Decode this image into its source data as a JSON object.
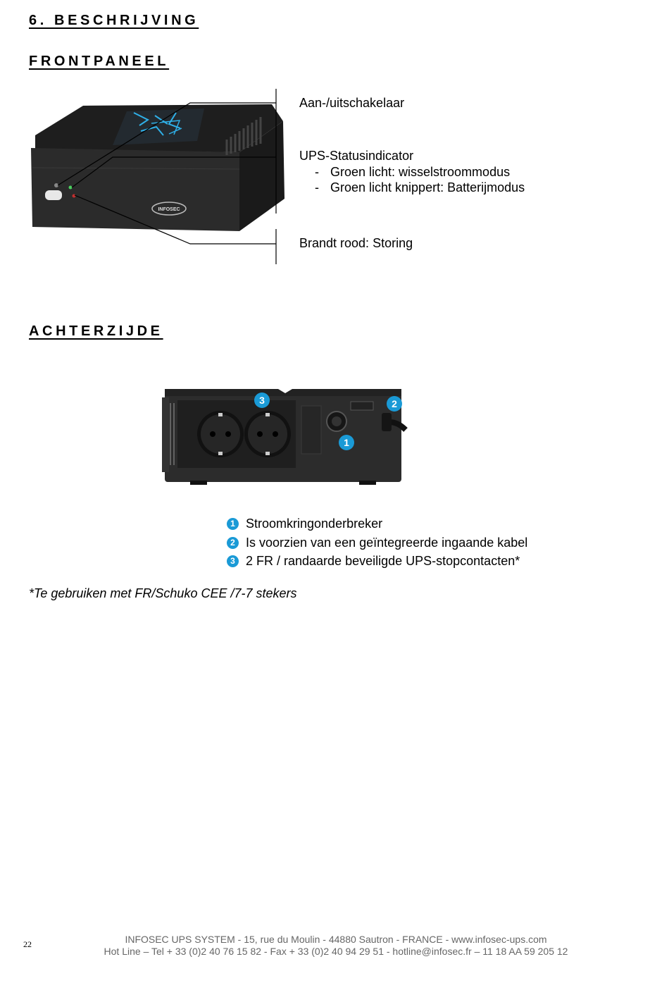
{
  "section_title": "6. BESCHRIJVING",
  "front": {
    "heading": "FRONTPANEEL",
    "labels": {
      "switch": "Aan-/uitschakelaar",
      "status": "UPS-Statusindicator",
      "status_items": [
        "Groen licht: wisselstroommodus",
        "Groen licht knippert: Batterijmodus"
      ],
      "fault": "Brandt rood: Storing"
    },
    "brand_logo": "INFOSEC"
  },
  "rear": {
    "heading": "ACHTERZIJDE",
    "legend": [
      {
        "num": "1",
        "text": "Stroomkringonderbreker"
      },
      {
        "num": "2",
        "text": "Is voorzien van een geïntegreerde ingaande kabel"
      },
      {
        "num": "3",
        "text": "2 FR / randaarde beveiligde UPS-stopcontacten*"
      }
    ]
  },
  "note": "*Te gebruiken met FR/Schuko CEE /7-7 stekers",
  "footer": {
    "page_number": "22",
    "line1": "INFOSEC UPS SYSTEM - 15, rue du Moulin - 44880 Sautron - FRANCE -  www.infosec-ups.com",
    "line2": "Hot Line – Tel + 33 (0)2 40 76 15 82 - Fax + 33 (0)2 40 94 29 51 - hotline@infosec.fr – 11 18 AA 59 205 12"
  },
  "colors": {
    "callout_badge": "#1a9ad6",
    "device_body": "#2a2a2a"
  }
}
